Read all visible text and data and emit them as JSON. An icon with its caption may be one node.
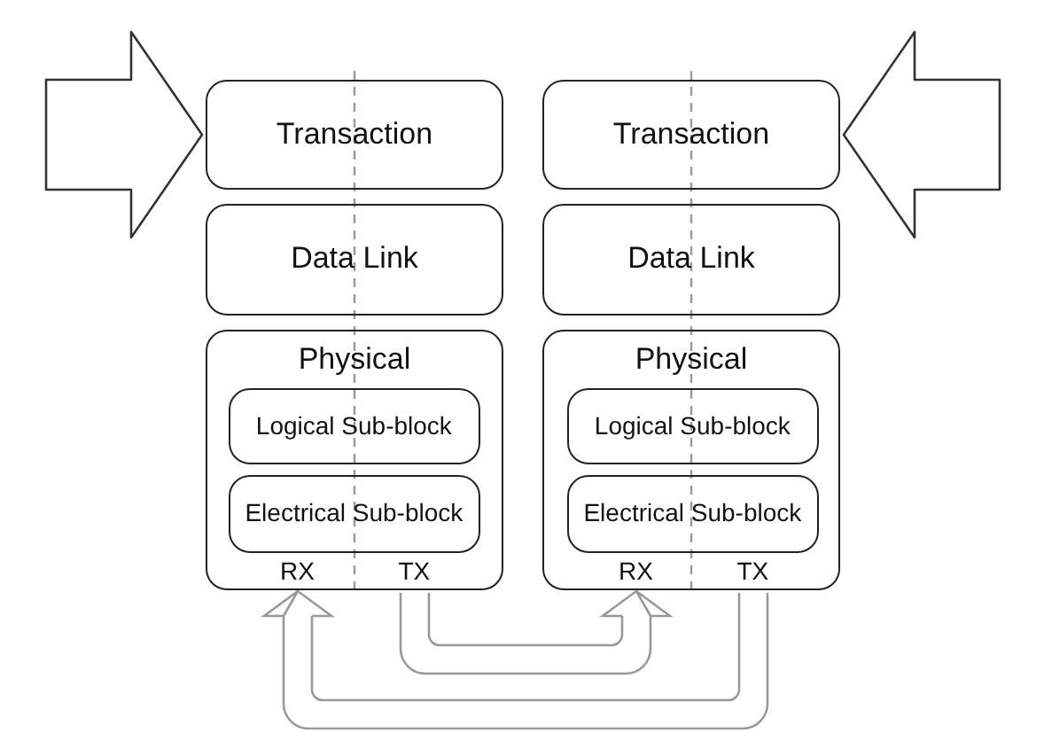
{
  "diagram": {
    "nodes": [
      {
        "text": [
          "Transaction"
        ]
      },
      {
        "text": [
          "Data Link"
        ]
      },
      {
        "text": [
          "Physical"
        ]
      },
      {
        "text": [
          "Logical Sub-block"
        ],
        "in": 2
      },
      {
        "text": [
          "Electrical Sub-block"
        ],
        "in": 2
      },
      {
        "text": [
          "RX"
        ],
        "in": 2
      },
      {
        "text": [
          "TX"
        ],
        "in": 2
      },
      {
        "text": [
          "Transaction"
        ]
      },
      {
        "text": [
          "Data Link"
        ]
      },
      {
        "text": [
          "Physical"
        ]
      },
      {
        "text": [
          "Logical Sub-block"
        ],
        "in": 9
      },
      {
        "text": [
          "Electrical Sub-block"
        ],
        "in": 9
      },
      {
        "text": [
          "RX"
        ],
        "in": 9
      },
      {
        "text": [
          "TX"
        ],
        "in": 9
      }
    ],
    "edges": [
      {
        "from": null,
        "to": 0,
        "arrow": "to"
      },
      {
        "from": null,
        "to": 7,
        "arrow": "to"
      },
      {
        "from": 6,
        "to": 12,
        "arrow": "to"
      },
      {
        "from": 13,
        "to": 5,
        "arrow": "to"
      }
    ]
  }
}
